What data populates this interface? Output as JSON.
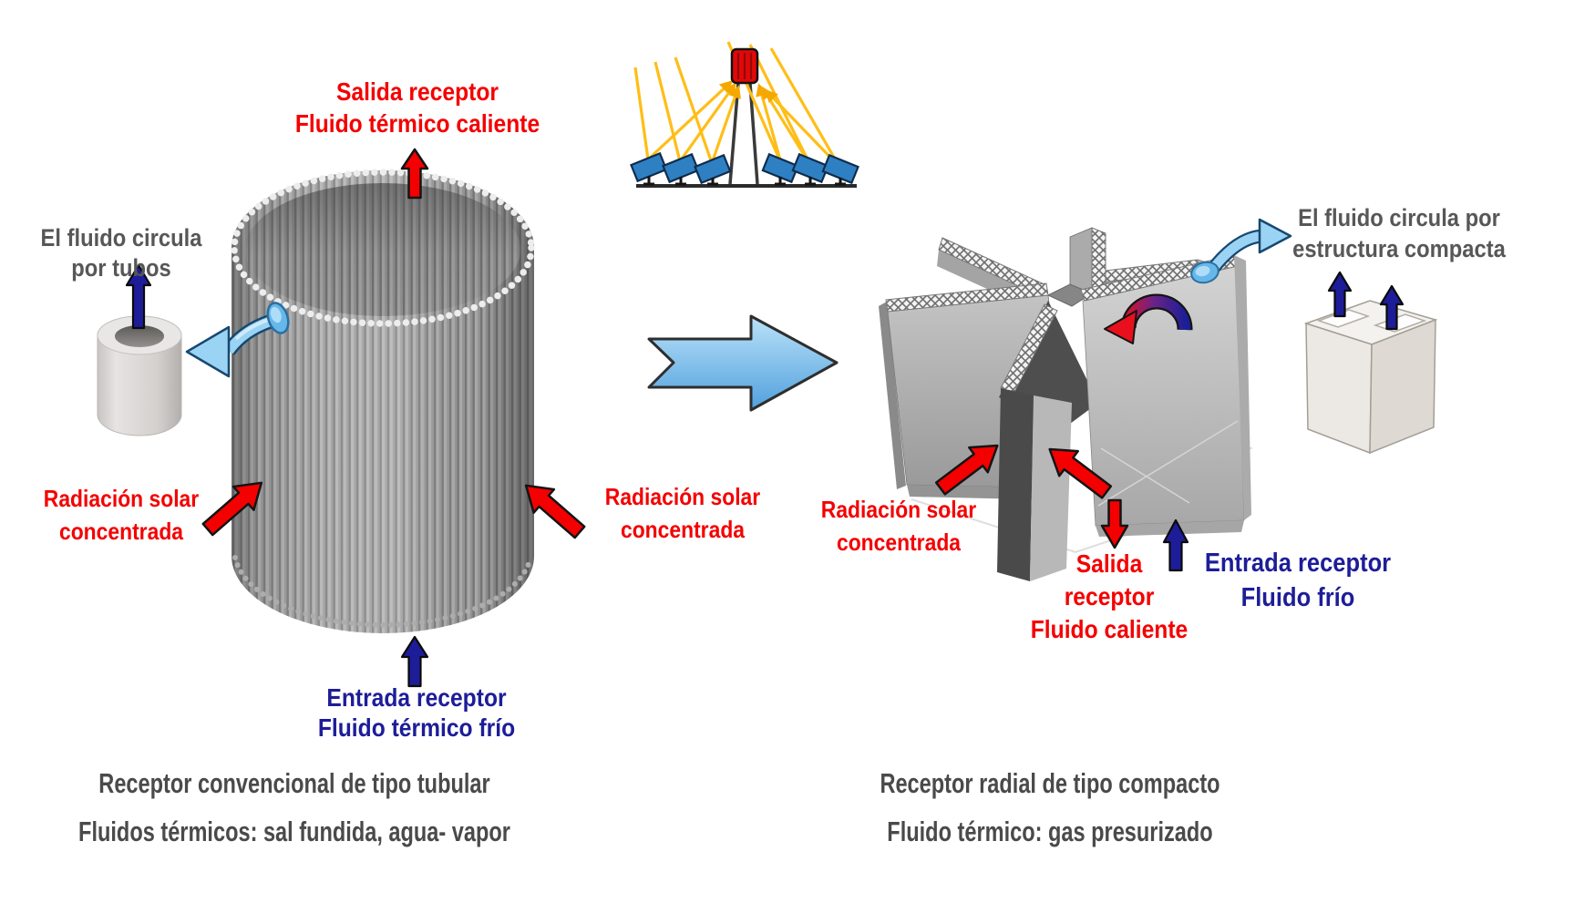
{
  "colors": {
    "hot": "#f40000",
    "cold": "#1d1d99",
    "fluid": "#8fd0f4",
    "gray_text": "#4a4a4a",
    "note_gray": "#575757"
  },
  "left_diagram": {
    "outlet_label": {
      "line1": "Salida receptor",
      "line2": "Fluido térmico caliente"
    },
    "tubes_note": {
      "line1": "El fluido circula",
      "line2": "por tubos"
    },
    "radiation_west": {
      "line1": "Radiación solar",
      "line2": "concentrada"
    },
    "radiation_east": {
      "line1": "Radiación solar",
      "line2": "concentrada"
    },
    "inlet_label": {
      "line1": "Entrada receptor",
      "line2": "Fluido térmico frío"
    },
    "caption": {
      "line1": "Receptor convencional de tipo tubular",
      "line2": "Fluidos térmicos: sal fundida, agua- vapor"
    }
  },
  "right_diagram": {
    "structure_note": {
      "line1": "El fluido circula por",
      "line2": "estructura compacta"
    },
    "radiation": {
      "line1": "Radiación solar",
      "line2": "concentrada"
    },
    "outlet_label": {
      "line1": "Salida",
      "line2": "receptor",
      "line3": "Fluido caliente"
    },
    "inlet_label": {
      "line1": "Entrada receptor",
      "line2": "Fluido frío"
    },
    "caption": {
      "line1": "Receptor radial de tipo compacto",
      "line2": "Fluido térmico: gas presurizado"
    }
  }
}
